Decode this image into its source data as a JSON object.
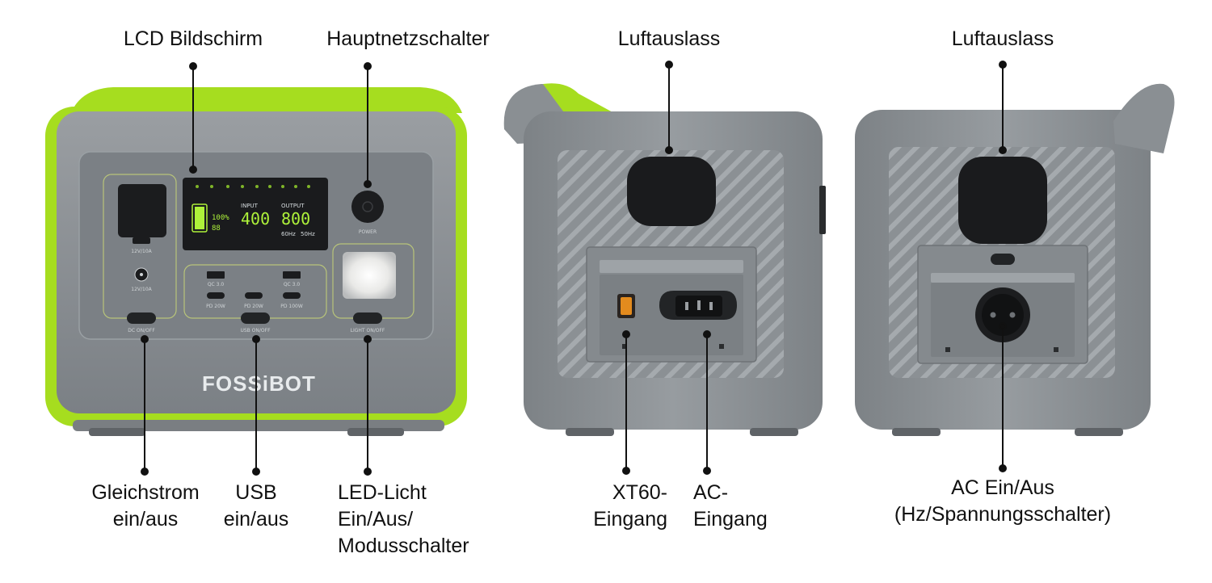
{
  "front": {
    "labels": {
      "lcd": "LCD Bildschirm",
      "main_switch": "Hauptnetzschalter",
      "dc": "Gleichstrom\nein/aus",
      "usb": "USB\nein/aus",
      "led": "LED-Licht\nEin/Aus/\nModusschalter"
    },
    "device": {
      "brand": "FOSSiBOT",
      "lcd_input_label": "INPUT",
      "lcd_output_label": "OUTPUT",
      "lcd_input_value": "400",
      "lcd_output_value": "800",
      "lcd_battery": "100%",
      "lcd_freq_left": "60Hz",
      "lcd_freq_right": "50Hz",
      "lcd_time": "88",
      "power_caption": "POWER",
      "dc_port_caption": "12V/10A",
      "dc_barrel_caption": "12V/10A",
      "dc_button_caption": "DC ON/OFF",
      "usb_button_caption": "USB ON/OFF",
      "light_button_caption": "LIGHT ON/OFF",
      "usb_a1_caption": "QC 3.0",
      "usb_a2_caption": "QC 3.0",
      "usb_c1_caption": "PD 20W",
      "usb_c2_caption": "PD 20W",
      "usb_c3_caption": "PD 100W"
    }
  },
  "side_left": {
    "labels": {
      "vent": "Luftauslass",
      "xt60": "XT60-\nEingang",
      "ac_in": "AC-\nEingang"
    }
  },
  "side_right": {
    "labels": {
      "vent": "Luftauslass",
      "ac_switch": "AC Ein/Aus\n(Hz/Spannungsschalter)"
    }
  },
  "colors": {
    "accent_green": "#a6dd1f",
    "body_gray": "#858a8e",
    "panel_gray": "#767b80",
    "dark": "#1a1b1d"
  }
}
